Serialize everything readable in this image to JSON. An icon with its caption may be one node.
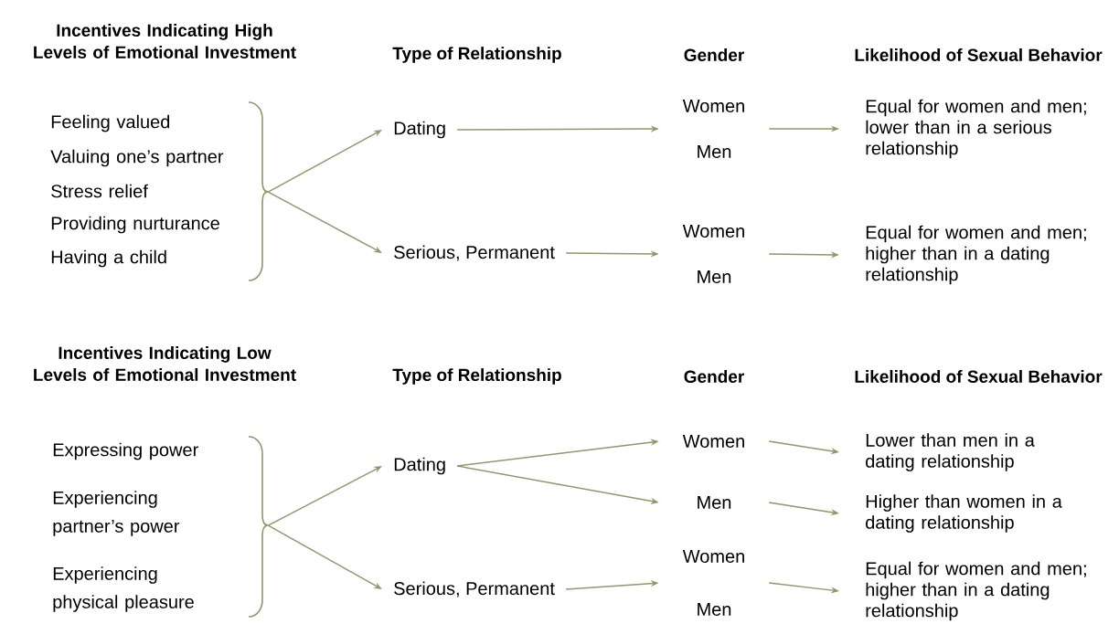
{
  "diagram": {
    "nodes": [
      {
        "text": [
          "Dating"
        ]
      },
      {
        "text": [
          "Women",
          "Men"
        ]
      },
      {
        "text": [
          "Equal for women and men; lower than in a serious relationship"
        ]
      },
      {
        "text": [
          "Serious, Permanent"
        ]
      },
      {
        "text": [
          "Women",
          "Men"
        ]
      },
      {
        "text": [
          "Equal for women and men; higher than in a dating relationship"
        ]
      },
      {
        "text": [
          "Dating"
        ]
      },
      {
        "text": [
          "Women"
        ]
      },
      {
        "text": [
          "Lower than men in a dating relationship"
        ]
      },
      {
        "text": [
          "Men"
        ]
      },
      {
        "text": [
          "Higher than women in a dating relationship"
        ]
      },
      {
        "text": [
          "Serious, Permanent"
        ]
      },
      {
        "text": [
          "Women",
          "Men"
        ]
      },
      {
        "text": [
          "Equal for women and men; higher than in a dating relationship"
        ]
      },
      {
        "text": [],
        "shape": "brace"
      },
      {
        "text": [],
        "shape": "brace"
      }
    ],
    "edges": [
      {
        "from": 14,
        "to": 0,
        "arrow": "to"
      },
      {
        "from": 14,
        "to": 3,
        "arrow": "to"
      },
      {
        "from": 0,
        "to": 1,
        "arrow": "to"
      },
      {
        "from": 1,
        "to": 2,
        "arrow": "to"
      },
      {
        "from": 3,
        "to": 4,
        "arrow": "to"
      },
      {
        "from": 4,
        "to": 5,
        "arrow": "to"
      },
      {
        "from": 15,
        "to": 6,
        "arrow": "to"
      },
      {
        "from": 15,
        "to": 11,
        "arrow": "to"
      },
      {
        "from": 6,
        "to": 7,
        "arrow": "to"
      },
      {
        "from": 6,
        "to": 9,
        "arrow": "to"
      },
      {
        "from": 7,
        "to": 8,
        "arrow": "to"
      },
      {
        "from": 9,
        "to": 10,
        "arrow": "to"
      },
      {
        "from": 11,
        "to": 12,
        "arrow": "to"
      },
      {
        "from": 12,
        "to": 13,
        "arrow": "to"
      }
    ],
    "labels": [
      "Incentives Indicating High Levels of Emotional Investment",
      "Type of Relationship",
      "Gender",
      "Likelihood of Sexual Behavior",
      "Feeling valued",
      "Valuing one’s partner",
      "Stress relief",
      "Providing nurturance",
      "Having a child",
      "Incentives Indicating Low Levels of Emotional Investment",
      "Type of Relationship",
      "Gender",
      "Likelihood of Sexual Behavior",
      "Expressing power",
      "Experiencing partner’s power",
      "Experiencing physical pleasure"
    ]
  }
}
